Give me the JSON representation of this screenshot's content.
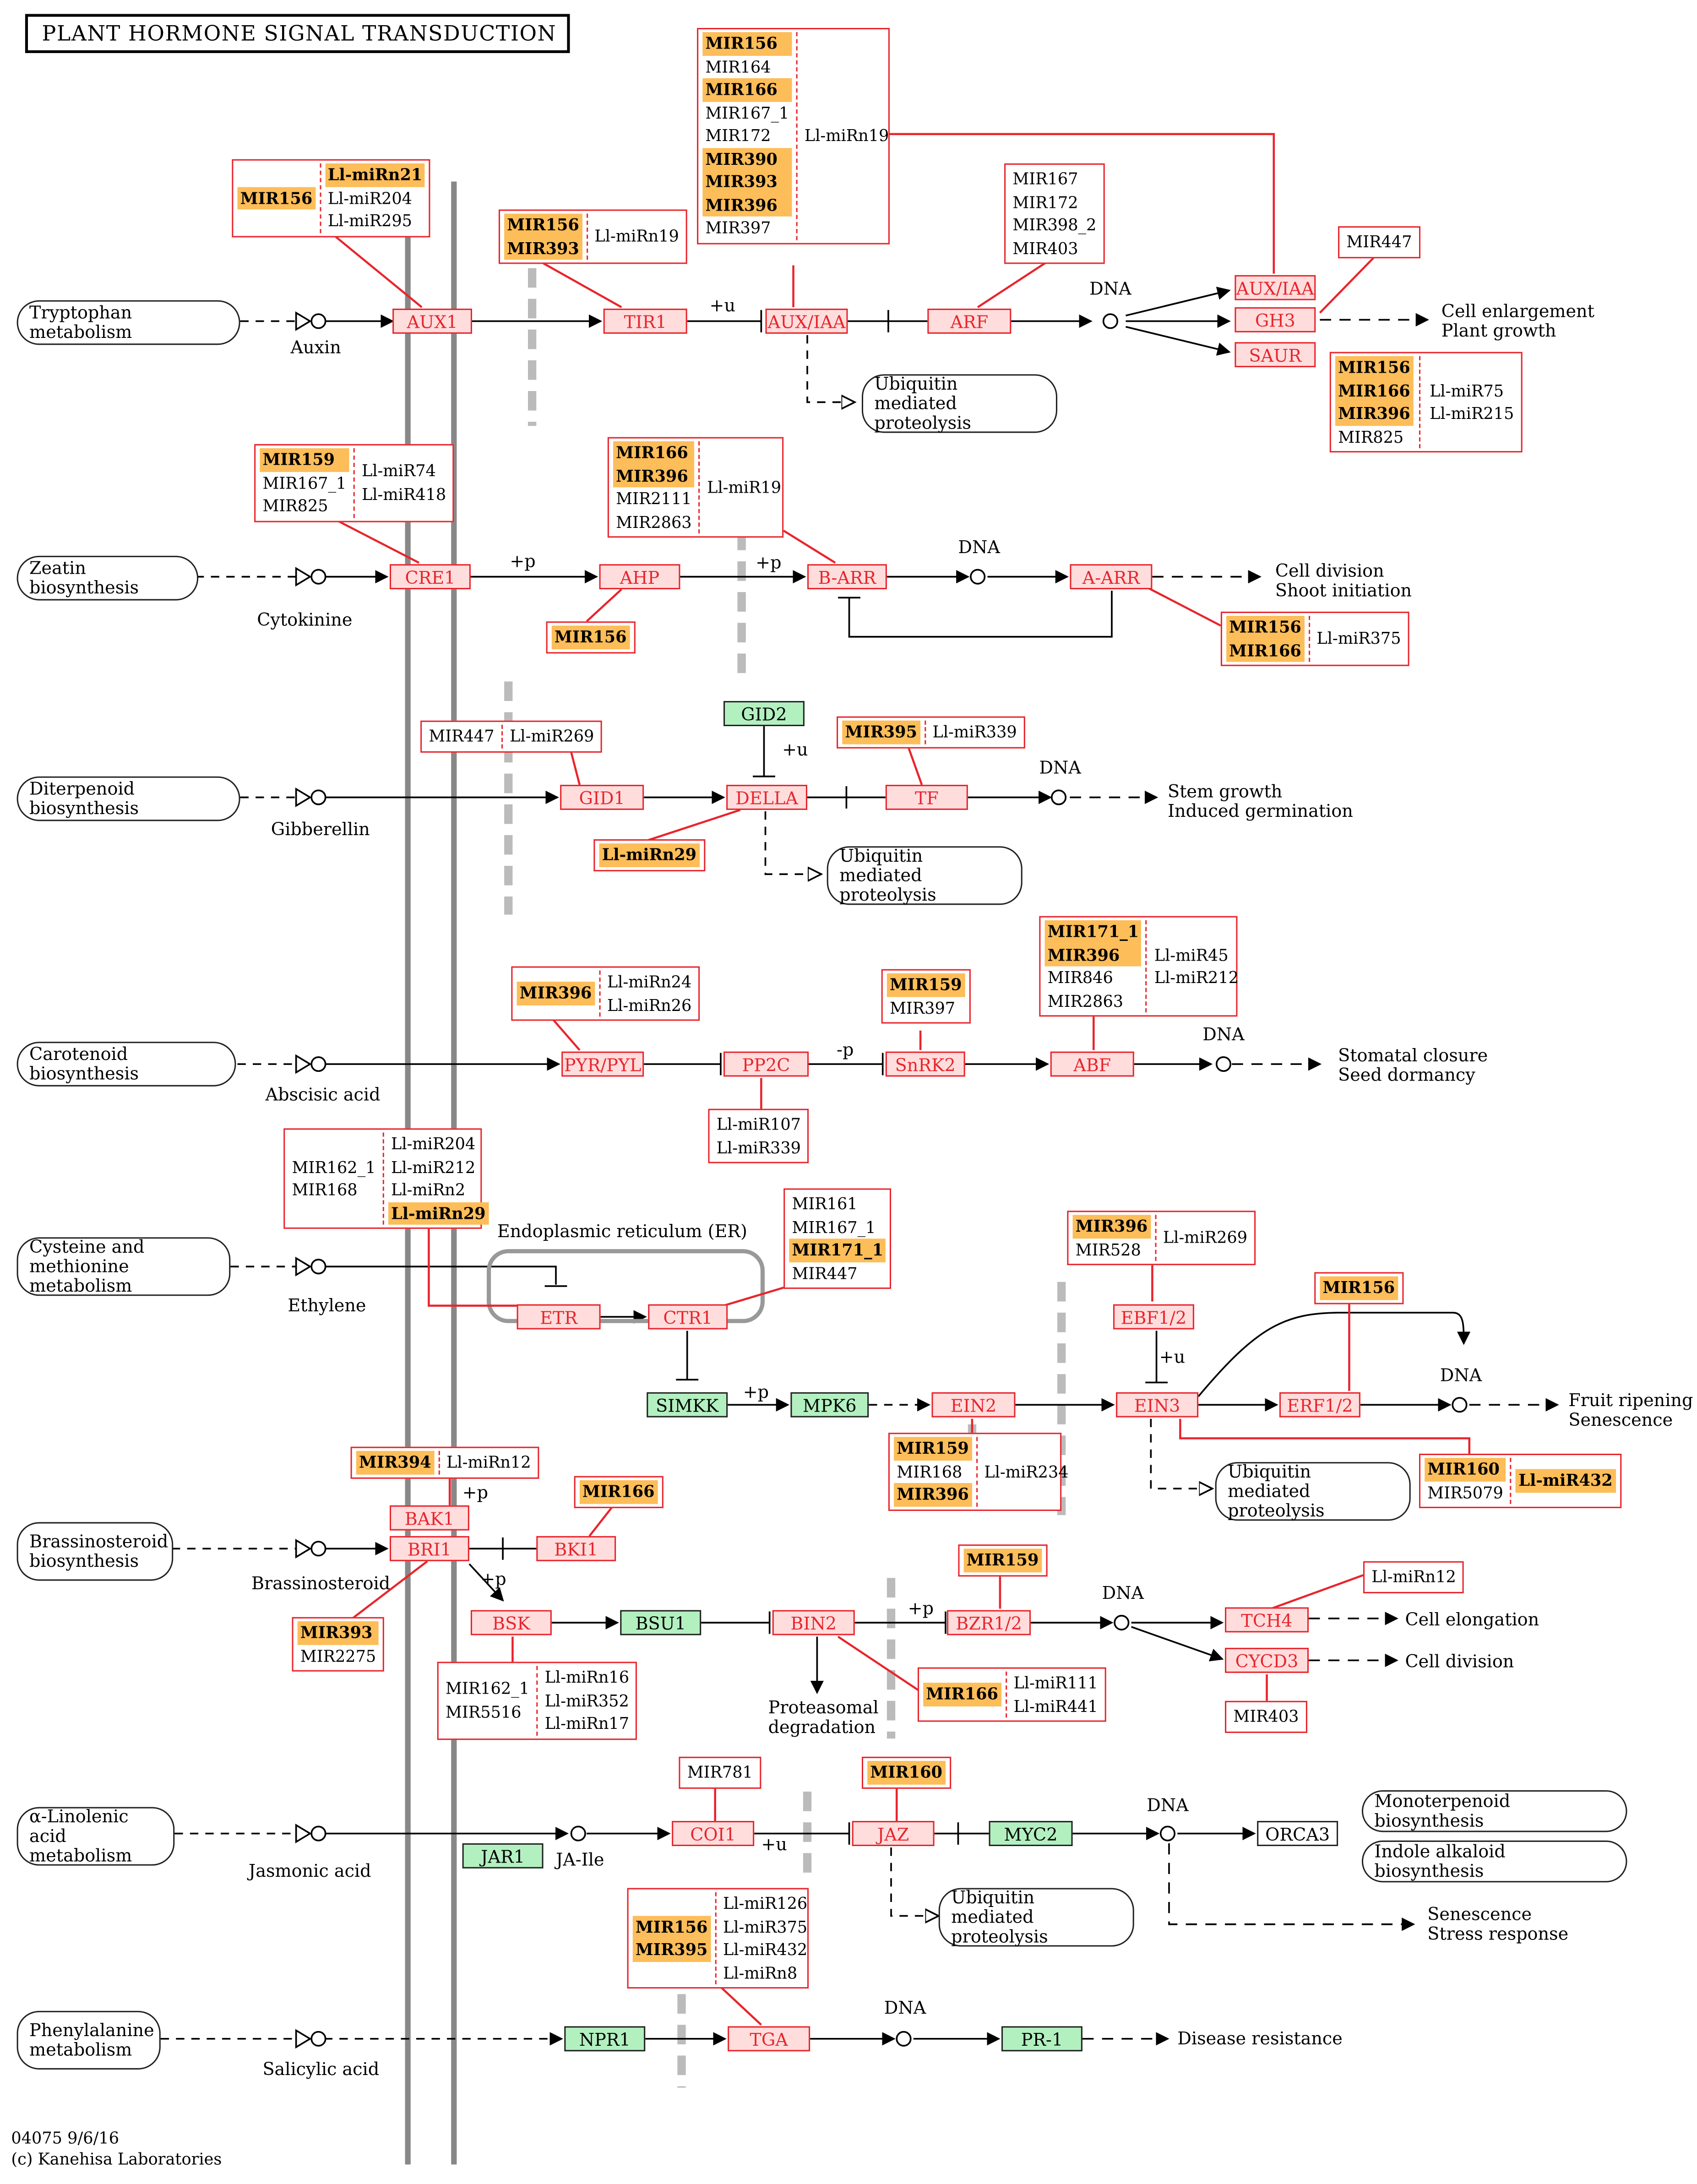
{
  "title": "PLANT HORMONE SIGNAL TRANSDUCTION",
  "footer": {
    "line1": "04075 9/6/16",
    "line2": "(c) Kanehisa Laboratories"
  },
  "colors": {
    "gene_border": "#e8252c",
    "gene_fill": "#ffdddd",
    "highlight": "#fdbd59",
    "green": "#b3f0c0"
  },
  "compounds": {
    "tryptophan": "Tryptophan metabolism",
    "zeatin": "Zeatin biosynthesis",
    "diterpenoid": "Diterpenoid biosynthesis",
    "carotenoid": "Carotenoid biosynthesis",
    "cysteine1": "Cysteine and",
    "cysteine2": "methionine metabolism",
    "brassino1": "Brassinosteroid",
    "brassino2": "biosynthesis",
    "linolenic1": "α-Linolenic acid",
    "linolenic2": "metabolism",
    "phenyl1": "Phenylalanine",
    "phenyl2": "metabolism",
    "monoterpenoid": "Monoterpenoid biosynthesis",
    "indole": "Indole alkaloid biosynthesis",
    "ubiquitin1": "Ubiquitin mediated",
    "ubiquitin2": "proteolysis"
  },
  "hormones": {
    "auxin": "Auxin",
    "cytokinine": "Cytokinine",
    "gibberellin": "Gibberellin",
    "abscisic": "Abscisic acid",
    "ethylene": "Ethylene",
    "brassinosteroid": "Brassinosteroid",
    "jasmonic": "Jasmonic acid",
    "salicylic": "Salicylic acid",
    "jaile": "JA-Ile"
  },
  "genes": {
    "aux1": "AUX1",
    "tir1": "TIR1",
    "auxiaa": "AUX/IAA",
    "arf": "ARF",
    "auxiaa2": "AUX/IAA",
    "gh3": "GH3",
    "saur": "SAUR",
    "cre1": "CRE1",
    "ahp": "AHP",
    "barr": "B-ARR",
    "aarr": "A-ARR",
    "gid1": "GID1",
    "gid2": "GID2",
    "della": "DELLA",
    "tf": "TF",
    "pyr": "PYR/PYL",
    "pp2c": "PP2C",
    "snrk2": "SnRK2",
    "abf": "ABF",
    "etr": "ETR",
    "ctr1": "CTR1",
    "simkk": "SIMKK",
    "mpk6": "MPK6",
    "ein2": "EIN2",
    "ebf": "EBF1/2",
    "ein3": "EIN3",
    "erf": "ERF1/2",
    "bak1": "BAK1",
    "bri1": "BRI1",
    "bki1": "BKI1",
    "bsk": "BSK",
    "bsu1": "BSU1",
    "bin2": "BIN2",
    "bzr": "BZR1/2",
    "tch4": "TCH4",
    "cycd3": "CYCD3",
    "jar1": "JAR1",
    "coi1": "COI1",
    "jaz": "JAZ",
    "myc2": "MYC2",
    "orca3": "ORCA3",
    "npr1": "NPR1",
    "tga": "TGA",
    "pr1": "PR-1"
  },
  "labels": {
    "dna": "DNA",
    "plus_u": "+u",
    "plus_p": "+p",
    "minus_p": "-p",
    "er": "Endoplasmic reticulum (ER)",
    "cell_enl": "Cell enlargement",
    "plant_growth": "Plant growth",
    "cell_div": "Cell division",
    "shoot": "Shoot initiation",
    "stem": "Stem growth",
    "induced": "Induced germination",
    "stomatal": "Stomatal closure",
    "seed": "Seed dormancy",
    "fruit": "Fruit ripening",
    "senescence": "Senescence",
    "cell_elong": "Cell elongation",
    "cell_division": "Cell division",
    "proteasomal1": "Proteasomal",
    "proteasomal2": "degradation",
    "senesc2": "Senescence",
    "stress": "Stress response",
    "disease": "Disease resistance"
  },
  "mirna": {
    "aux1": {
      "left": [
        {
          "t": "MIR156",
          "h": true
        }
      ],
      "right": [
        {
          "t": "Ll-miRn21",
          "h": true
        },
        {
          "t": "Ll-miR204"
        },
        {
          "t": "Ll-miR295"
        }
      ]
    },
    "tir1": {
      "left": [
        {
          "t": "MIR156",
          "h": true
        },
        {
          "t": "MIR393",
          "h": true
        }
      ],
      "right": [
        {
          "t": "Ll-miRn19"
        }
      ]
    },
    "auxiaa": {
      "left": [
        {
          "t": "MIR156",
          "h": true
        },
        {
          "t": "MIR164"
        },
        {
          "t": "MIR166",
          "h": true
        },
        {
          "t": "MIR167_1"
        },
        {
          "t": "MIR172"
        },
        {
          "t": "MIR390",
          "h": true
        },
        {
          "t": "MIR393",
          "h": true
        },
        {
          "t": "MIR396",
          "h": true
        },
        {
          "t": "MIR397"
        }
      ],
      "right": [
        {
          "t": "Ll-miRn19"
        }
      ]
    },
    "arf": {
      "left": [
        {
          "t": "MIR167"
        },
        {
          "t": "MIR172"
        },
        {
          "t": "MIR398_2"
        },
        {
          "t": "MIR403"
        }
      ]
    },
    "gh3": {
      "left": [
        {
          "t": "MIR447"
        }
      ]
    },
    "saur": {
      "left": [
        {
          "t": "MIR156",
          "h": true
        },
        {
          "t": "MIR166",
          "h": true
        },
        {
          "t": "MIR396",
          "h": true
        },
        {
          "t": "MIR825"
        }
      ],
      "right": [
        {
          "t": "Ll-miR75"
        },
        {
          "t": "Ll-miR215"
        }
      ]
    },
    "cre1": {
      "left": [
        {
          "t": "MIR159",
          "h": true
        },
        {
          "t": "MIR167_1"
        },
        {
          "t": "MIR825"
        }
      ],
      "right": [
        {
          "t": "Ll-miR74"
        },
        {
          "t": "Ll-miR418"
        }
      ]
    },
    "barr": {
      "left": [
        {
          "t": "MIR166",
          "h": true
        },
        {
          "t": "MIR396",
          "h": true
        },
        {
          "t": "MIR2111"
        },
        {
          "t": "MIR2863"
        }
      ],
      "right": [
        {
          "t": "Ll-miR19"
        }
      ]
    },
    "ahp": {
      "left": [
        {
          "t": "MIR156",
          "h": true
        }
      ]
    },
    "aarr": {
      "left": [
        {
          "t": "MIR156",
          "h": true
        },
        {
          "t": "MIR166",
          "h": true
        }
      ],
      "right": [
        {
          "t": "Ll-miR375"
        }
      ]
    },
    "gid1": {
      "left": [
        {
          "t": "MIR447"
        }
      ],
      "right": [
        {
          "t": "Ll-miR269"
        }
      ]
    },
    "della": {
      "left": [
        {
          "t": "Ll-miRn29",
          "h": true
        }
      ]
    },
    "tf": {
      "left": [
        {
          "t": "MIR395",
          "h": true
        }
      ],
      "right": [
        {
          "t": "Ll-miR339"
        }
      ]
    },
    "pyr": {
      "left": [
        {
          "t": "MIR396",
          "h": true
        }
      ],
      "right": [
        {
          "t": "Ll-miRn24"
        },
        {
          "t": "Ll-miRn26"
        }
      ]
    },
    "snrk2": {
      "left": [
        {
          "t": "MIR159",
          "h": true
        },
        {
          "t": "MIR397"
        }
      ]
    },
    "abf": {
      "left": [
        {
          "t": "MIR171_1",
          "h": true
        },
        {
          "t": "MIR396",
          "h": true
        },
        {
          "t": "MIR846"
        },
        {
          "t": "MIR2863"
        }
      ],
      "right": [
        {
          "t": "Ll-miR45"
        },
        {
          "t": "Ll-miR212"
        }
      ]
    },
    "pp2c": {
      "left": [
        {
          "t": "Ll-miR107"
        },
        {
          "t": "Ll-miR339"
        }
      ]
    },
    "etr": {
      "left": [
        {
          "t": "MIR162_1"
        },
        {
          "t": "MIR168"
        }
      ],
      "right": [
        {
          "t": "Ll-miR204"
        },
        {
          "t": "Ll-miR212"
        },
        {
          "t": "Ll-miRn2"
        },
        {
          "t": "Ll-miRn29",
          "h": true
        }
      ]
    },
    "ctr1": {
      "left": [
        {
          "t": "MIR161"
        },
        {
          "t": "MIR167_1"
        },
        {
          "t": "MIR171_1",
          "h": true
        },
        {
          "t": "MIR447"
        }
      ]
    },
    "ebf": {
      "left": [
        {
          "t": "MIR396",
          "h": true
        },
        {
          "t": "MIR528"
        }
      ],
      "right": [
        {
          "t": "Ll-miR269"
        }
      ]
    },
    "erf": {
      "left": [
        {
          "t": "MIR156",
          "h": true
        }
      ]
    },
    "ein2": {
      "left": [
        {
          "t": "MIR159",
          "h": true
        },
        {
          "t": "MIR168"
        },
        {
          "t": "MIR396",
          "h": true
        }
      ],
      "right": [
        {
          "t": "Ll-miR234"
        }
      ]
    },
    "ein3": {
      "left": [
        {
          "t": "MIR160",
          "h": true
        },
        {
          "t": "MIR5079"
        }
      ],
      "right": [
        {
          "t": "Ll-miR432",
          "h": true
        }
      ]
    },
    "bak1": {
      "left": [
        {
          "t": "MIR394",
          "h": true
        }
      ],
      "right": [
        {
          "t": "Ll-miRn12"
        }
      ]
    },
    "bki1": {
      "left": [
        {
          "t": "MIR166",
          "h": true
        }
      ]
    },
    "bri1": {
      "left": [
        {
          "t": "MIR393",
          "h": true
        },
        {
          "t": "MIR2275"
        }
      ]
    },
    "bsk": {
      "left": [
        {
          "t": "MIR162_1"
        },
        {
          "t": "MIR5516"
        }
      ],
      "right": [
        {
          "t": "Ll-miRn16"
        },
        {
          "t": "Ll-miR352"
        },
        {
          "t": "Ll-miRn17"
        }
      ]
    },
    "bzr": {
      "left": [
        {
          "t": "MIR159",
          "h": true
        }
      ]
    },
    "bin2": {
      "left": [
        {
          "t": "MIR166",
          "h": true
        }
      ],
      "right": [
        {
          "t": "Ll-miR111"
        },
        {
          "t": "Ll-miR441"
        }
      ]
    },
    "tch4": {
      "left": [
        {
          "t": "Ll-miRn12"
        }
      ]
    },
    "cycd3": {
      "left": [
        {
          "t": "MIR403"
        }
      ]
    },
    "coi1": {
      "left": [
        {
          "t": "MIR781"
        }
      ]
    },
    "jaz": {
      "left": [
        {
          "t": "MIR160",
          "h": true
        }
      ]
    },
    "tga": {
      "left": [
        {
          "t": "MIR156",
          "h": true
        },
        {
          "t": "MIR395",
          "h": true
        }
      ],
      "right": [
        {
          "t": "Ll-miR126"
        },
        {
          "t": "Ll-miR375"
        },
        {
          "t": "Ll-miR432"
        },
        {
          "t": "Ll-miRn8"
        }
      ]
    }
  }
}
